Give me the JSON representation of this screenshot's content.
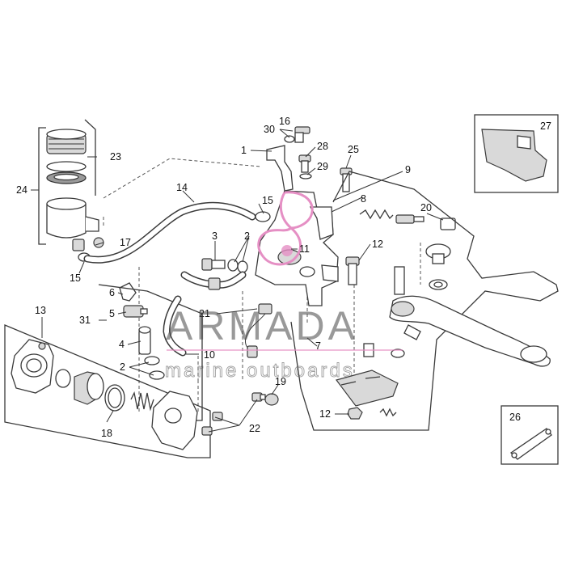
{
  "callouts": {
    "c1": "1",
    "c2a": "2",
    "c2b": "2",
    "c3": "3",
    "c4": "4",
    "c5": "5",
    "c6": "6",
    "c7": "7",
    "c8": "8",
    "c9": "9",
    "c10": "10",
    "c11": "11",
    "c12a": "12",
    "c12b": "12",
    "c13": "13",
    "c14": "14",
    "c15a": "15",
    "c15b": "15",
    "c16": "16",
    "c17": "17",
    "c18": "18",
    "c19": "19",
    "c20": "20",
    "c21": "21",
    "c22": "22",
    "c23": "23",
    "c24": "24",
    "c25": "25",
    "c26": "26",
    "c27": "27",
    "c28": "28",
    "c29": "29",
    "c30": "30",
    "c31": "31"
  },
  "watermark": {
    "brand": "ARMADA",
    "tagline": "marine outboards"
  },
  "colors": {
    "logo_pink": "#e58fc4",
    "line": "#3a3a3a"
  }
}
